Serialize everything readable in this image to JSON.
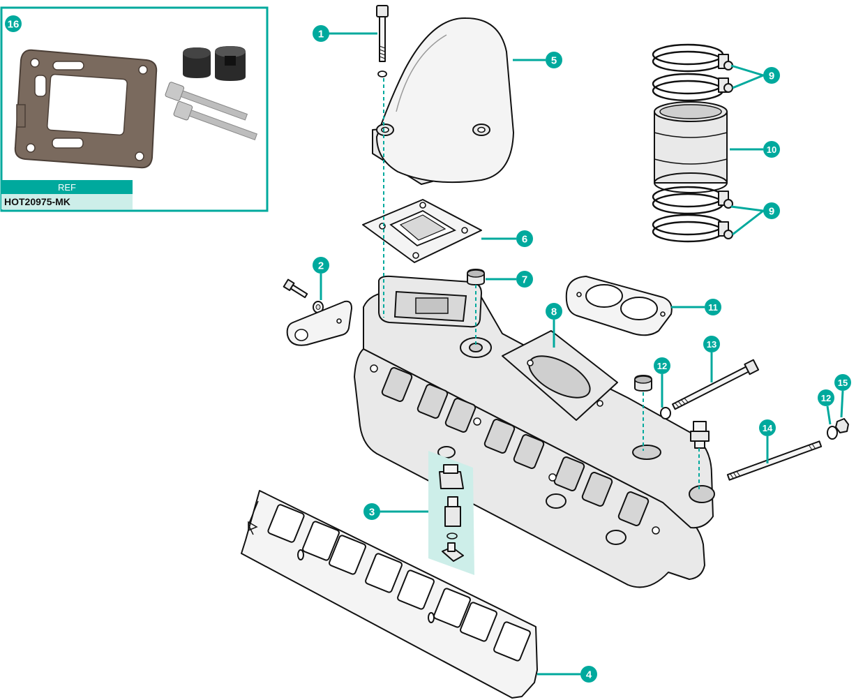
{
  "kit": {
    "number": "16",
    "ref_header": "REF",
    "ref_value": "HOT20975-MK"
  },
  "colors": {
    "accent": "#00a99d",
    "ref_value_bg": "#cdeee9",
    "gasket_brown": "#7a6a5e",
    "cap_black": "#2a2a2a"
  },
  "callouts": [
    {
      "id": "1",
      "label": "1"
    },
    {
      "id": "2",
      "label": "2"
    },
    {
      "id": "3",
      "label": "3"
    },
    {
      "id": "4",
      "label": "4"
    },
    {
      "id": "5",
      "label": "5"
    },
    {
      "id": "6",
      "label": "6"
    },
    {
      "id": "7",
      "label": "7"
    },
    {
      "id": "8",
      "label": "8"
    },
    {
      "id": "9a",
      "label": "9"
    },
    {
      "id": "9b",
      "label": "9"
    },
    {
      "id": "10",
      "label": "10"
    },
    {
      "id": "11",
      "label": "11"
    },
    {
      "id": "12a",
      "label": "12"
    },
    {
      "id": "12b",
      "label": "12"
    },
    {
      "id": "13",
      "label": "13"
    },
    {
      "id": "14",
      "label": "14"
    },
    {
      "id": "15",
      "label": "15"
    }
  ]
}
